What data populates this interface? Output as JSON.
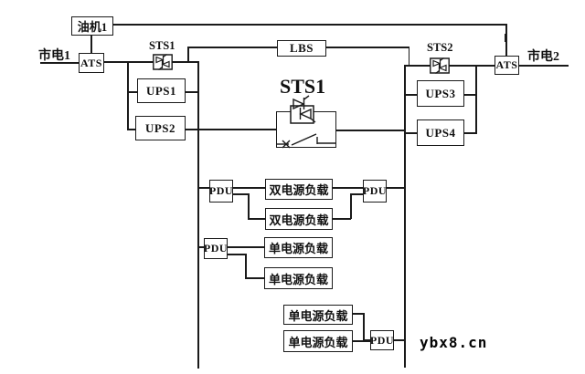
{
  "colors": {
    "line": "#1a1a1a",
    "background": "#ffffff",
    "text": "#111111"
  },
  "nodes": {
    "genset1": "油机1",
    "mains1": "市电1",
    "mains2": "市电2",
    "ats1": "ATS",
    "ats2": "ATS",
    "sts1_small_label": "STS1",
    "sts2_small_label": "STS2",
    "sts1_center_label": "STS1",
    "lbs": "LBS",
    "ups1": "UPS1",
    "ups2": "UPS2",
    "ups3": "UPS3",
    "ups4": "UPS4",
    "pdu_dual_left": "PDU",
    "pdu_dual_right": "PDU",
    "pdu_single_left": "PDU",
    "pdu_single_right": "PDU",
    "dual_load_1": "双电源负载",
    "dual_load_2": "双电源负载",
    "single_load_1": "单电源负载",
    "single_load_2": "单电源负载",
    "single_load_3": "单电源负载",
    "single_load_4": "单电源负载"
  },
  "icons": {
    "sts1_icon": "antiparallel-thyristor-switch",
    "sts2_icon": "antiparallel-thyristor-switch",
    "sts1_center_icon": "antiparallel-thyristor-with-bypass-disconnect-switch"
  },
  "watermark": {
    "text": "ybx8.cn"
  }
}
